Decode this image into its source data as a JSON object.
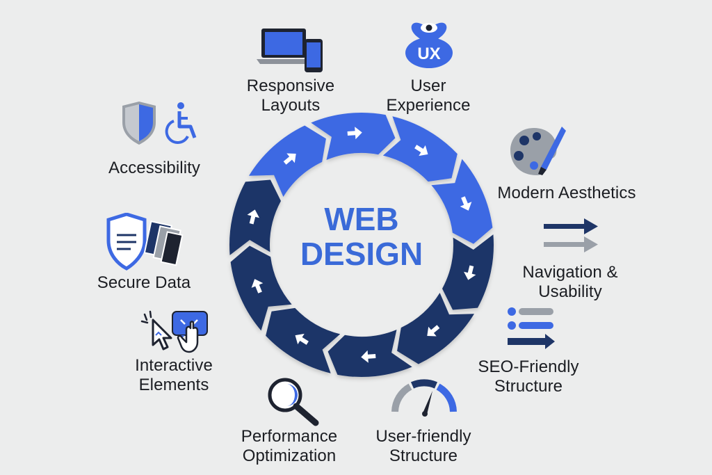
{
  "center": {
    "line1": "WEB",
    "line2": "DESIGN"
  },
  "colors": {
    "blue": "#3d69e3",
    "navy": "#1e3567",
    "grey": "#9aa0a8",
    "text": "#1b1d22"
  },
  "cycle": {
    "segments": 10,
    "blue_segments": 4,
    "navy_segments": 6
  },
  "features": [
    {
      "id": "responsive-layouts",
      "line1": "Responsive",
      "line2": "Layouts",
      "icon": "laptop-phone-icon"
    },
    {
      "id": "user-experience",
      "line1": "User",
      "line2": "Experience",
      "icon": "ux-eye-heart-icon",
      "badge": "UX"
    },
    {
      "id": "modern-aesthetics",
      "line1": "Modern Aesthetics",
      "line2": "",
      "icon": "palette-brush-icon"
    },
    {
      "id": "navigation-usability",
      "line1": "Navigation &",
      "line2": "Usability",
      "icon": "arrows-icon"
    },
    {
      "id": "seo-friendly-structure",
      "line1": "SEO-Friendly",
      "line2": "Structure",
      "icon": "list-bars-icon"
    },
    {
      "id": "user-friendly-structure",
      "line1": "User-friendly",
      "line2": "Structure",
      "icon": "speedometer-icon"
    },
    {
      "id": "performance-optimization",
      "line1": "Performance",
      "line2": "Optimization",
      "icon": "magnifier-icon"
    },
    {
      "id": "interactive-elements",
      "line1": "Interactive",
      "line2": "Elements",
      "icon": "cursor-chat-icon"
    },
    {
      "id": "secure-data",
      "line1": "Secure Data",
      "line2": "",
      "icon": "shield-cards-icon"
    },
    {
      "id": "accessibility",
      "line1": "Accessibility",
      "line2": "",
      "icon": "shield-wheelchair-icon"
    }
  ]
}
